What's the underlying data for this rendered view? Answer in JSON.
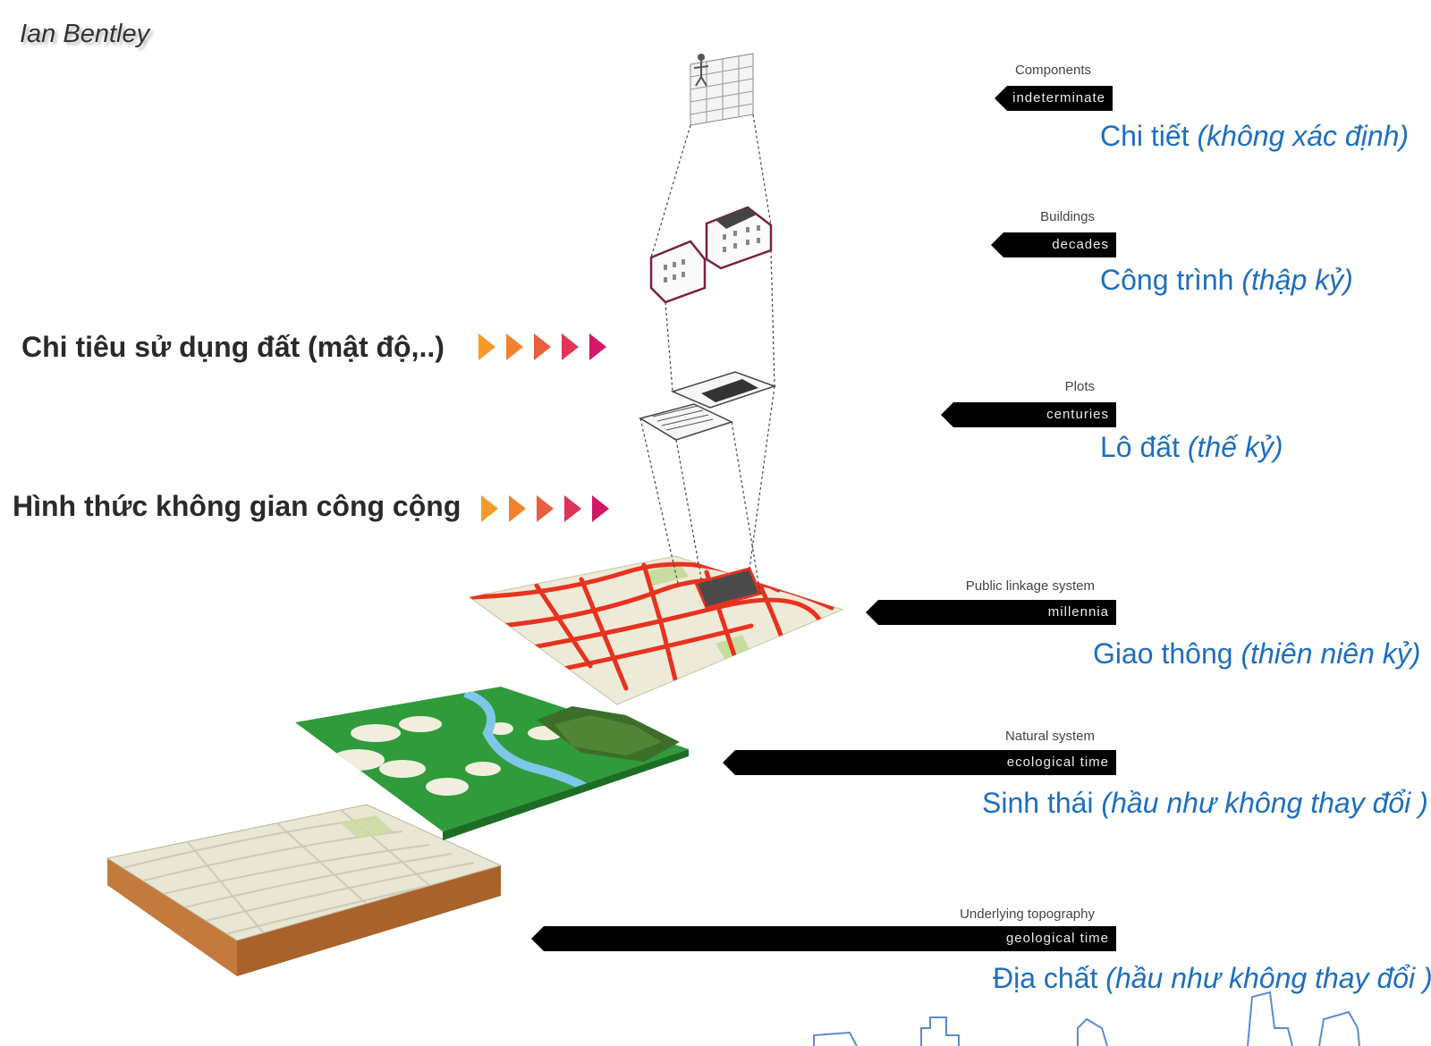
{
  "author": "Ian Bentley",
  "left_labels": [
    "Chi tiêu sử dụng đất (mật độ,..)",
    "Hình thức không gian công cộng"
  ],
  "layers": [
    {
      "en": "Components",
      "time": "indeterminate",
      "vi": "Chi tiết",
      "vi_note": "(không xác định)"
    },
    {
      "en": "Buildings",
      "time": "decades",
      "vi": "Công trình",
      "vi_note": "(thập kỷ)"
    },
    {
      "en": "Plots",
      "time": "centuries",
      "vi": "Lô đất",
      "vi_note": "(thế kỷ)"
    },
    {
      "en": "Public linkage system",
      "time": "millennia",
      "vi": "Giao thông",
      "vi_note": "(thiên niên kỷ)"
    },
    {
      "en": "Natural system",
      "time": "ecological time",
      "vi": "Sinh thái",
      "vi_note": "(hầu như không thay đổi )"
    },
    {
      "en": "Underlying topography",
      "time": "geological time",
      "vi": "Địa chất",
      "vi_note": "(hầu như không thay đổi )"
    }
  ],
  "colors": {
    "label_blue": "#1d6fbf",
    "road_red": "#e8321e",
    "green": "#2e9e3c",
    "river": "#7ec7e8",
    "soil": "#c8864c"
  }
}
